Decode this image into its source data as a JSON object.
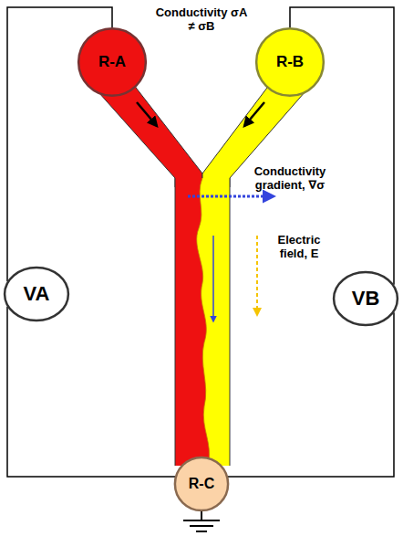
{
  "diagram": {
    "nodes": [
      {
        "text": [
          "R-A"
        ]
      },
      {
        "text": [
          "R-B"
        ]
      },
      {
        "text": [
          "VA"
        ]
      },
      {
        "text": [
          "VB"
        ]
      },
      {
        "text": [
          "R-C"
        ]
      }
    ],
    "edges": [
      {
        "from": 0,
        "to": 2,
        "arrow": "none"
      },
      {
        "from": 2,
        "to": 4,
        "arrow": "none"
      },
      {
        "from": 1,
        "to": 3,
        "arrow": "none"
      },
      {
        "from": 3,
        "to": 4,
        "arrow": "none"
      }
    ],
    "labels": [
      "Conductivity σA ≠ σB",
      "Conductivity gradient, ∇σ",
      "Electric field, E"
    ]
  }
}
